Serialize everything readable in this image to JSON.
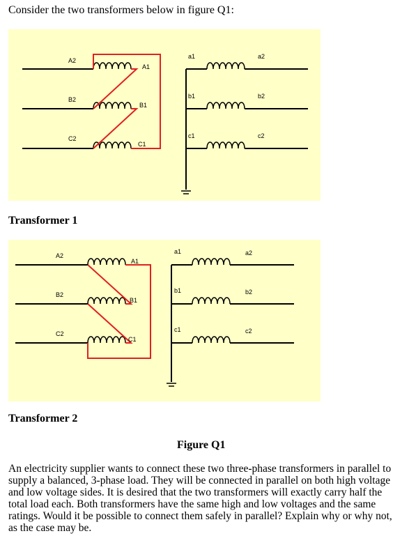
{
  "intro": "Consider the two transformers below in figure Q1:",
  "transformer1": {
    "caption": "Transformer 1",
    "hv_labels": {
      "a": "A2",
      "b": "B2",
      "c": "C2",
      "a1": "A1",
      "b1": "B1",
      "c1": "C1"
    },
    "lv_labels": {
      "a1": "a1",
      "b1": "b1",
      "c1": "c1",
      "a2": "a2",
      "b2": "b2",
      "c2": "c2"
    }
  },
  "transformer2": {
    "caption": "Transformer 2",
    "hv_labels": {
      "a": "A2",
      "b": "B2",
      "c": "C2",
      "a1": "A1",
      "b1": "B1",
      "c1": "C1"
    },
    "lv_labels": {
      "a1": "a1",
      "b1": "b1",
      "c1": "c1",
      "a2": "a2",
      "b2": "b2",
      "c2": "c2"
    }
  },
  "figure_caption": "Figure Q1",
  "question": "An electricity supplier wants to connect these two three-phase transformers in parallel to supply a balanced, 3-phase load.  They will be connected in parallel on both high voltage and low voltage sides.  It is desired that the two transformers will exactly carry half the total load each.  Both transformers have the same high and low voltages and the same ratings.  Would it be possible to connect them safely in parallel? Explain why or why not, as the case may be.",
  "colors": {
    "figure_bg": "#ffffc8",
    "delta_wire": "#e02020",
    "wire": "#000000"
  }
}
